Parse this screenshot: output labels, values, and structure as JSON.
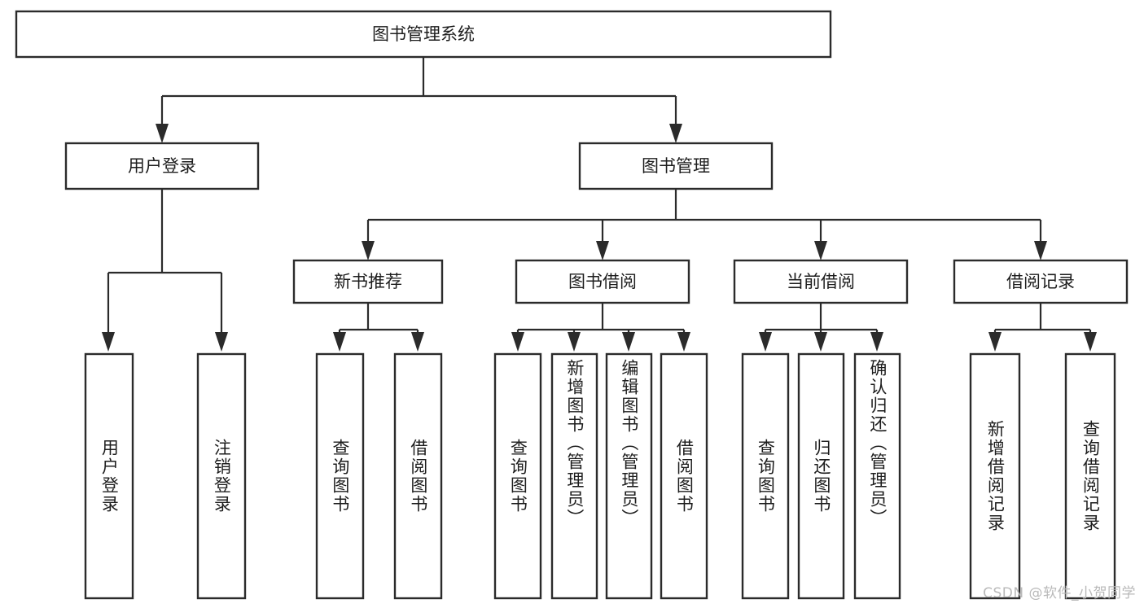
{
  "diagram": {
    "type": "tree",
    "title": "图书管理系统",
    "watermark": "CSDN @软件_小贺同学",
    "colors": {
      "box_stroke": "#2b2b2b",
      "box_fill": "#ffffff",
      "connector": "#2b2b2b",
      "text": "#1d1d1d",
      "watermark": "#b9b9b9",
      "background": "#ffffff"
    },
    "levels": {
      "level1": [
        {
          "id": "root",
          "label": "图书管理系统"
        }
      ],
      "level2": [
        {
          "id": "user-login",
          "label": "用户登录",
          "parent": "root"
        },
        {
          "id": "book-manage",
          "label": "图书管理",
          "parent": "root"
        }
      ],
      "level3": [
        {
          "id": "new-book-rec",
          "label": "新书推荐",
          "parent": "book-manage"
        },
        {
          "id": "book-borrow",
          "label": "图书借阅",
          "parent": "book-manage"
        },
        {
          "id": "current-borrow",
          "label": "当前借阅",
          "parent": "book-manage"
        },
        {
          "id": "borrow-record",
          "label": "借阅记录",
          "parent": "book-manage"
        }
      ],
      "level4": [
        {
          "id": "leaf-user-login",
          "label": "用户登录",
          "parent": "user-login"
        },
        {
          "id": "leaf-logout",
          "label": "注销登录",
          "parent": "user-login"
        },
        {
          "id": "leaf-query-book-1",
          "label": "查询图书",
          "parent": "new-book-rec"
        },
        {
          "id": "leaf-borrow-book-1",
          "label": "借阅图书",
          "parent": "new-book-rec"
        },
        {
          "id": "leaf-query-book-2",
          "label": "查询图书",
          "parent": "book-borrow"
        },
        {
          "id": "leaf-add-book",
          "label": "新增图书（管理员）",
          "parent": "book-borrow"
        },
        {
          "id": "leaf-edit-book",
          "label": "编辑图书（管理员）",
          "parent": "book-borrow"
        },
        {
          "id": "leaf-borrow-book-2",
          "label": "借阅图书",
          "parent": "book-borrow"
        },
        {
          "id": "leaf-query-book-3",
          "label": "查询图书",
          "parent": "current-borrow"
        },
        {
          "id": "leaf-return-book",
          "label": "归还图书",
          "parent": "current-borrow"
        },
        {
          "id": "leaf-confirm-return",
          "label": "确认归还（管理员）",
          "parent": "current-borrow"
        },
        {
          "id": "leaf-add-record",
          "label": "新增借阅记录",
          "parent": "borrow-record"
        },
        {
          "id": "leaf-query-record",
          "label": "查询借阅记录",
          "parent": "borrow-record"
        }
      ]
    }
  }
}
